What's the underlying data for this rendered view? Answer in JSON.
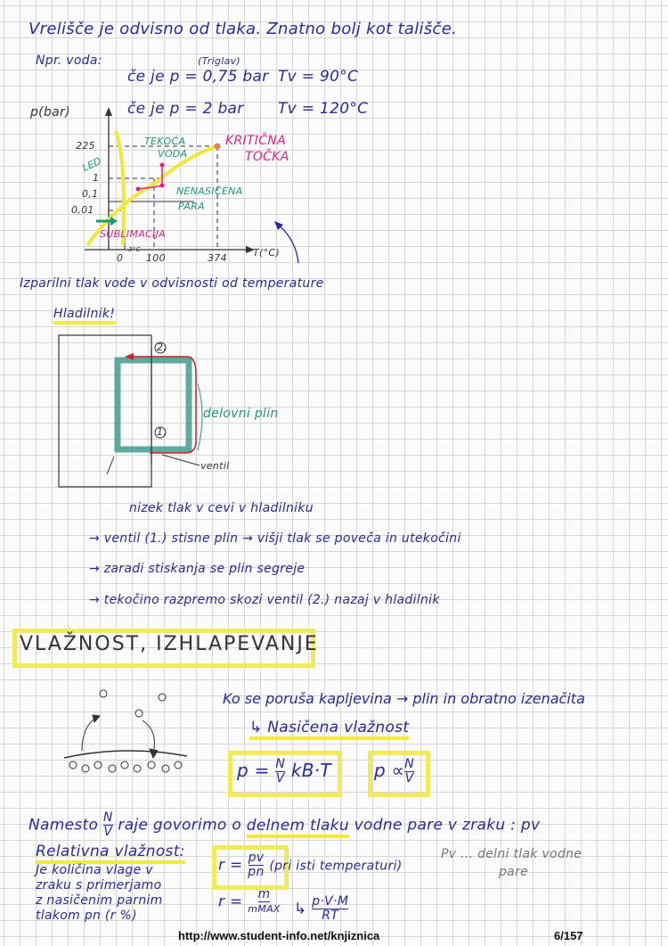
{
  "intro": {
    "line1": "Vrelišče je odvisno od tlaka. Znatno bolj kot tališče.",
    "example_label": "Npr. voda:",
    "triglav_note": "(Triglav)",
    "case1": "če je p = 0,75 bar",
    "case1_result": "Tv = 90°C",
    "case2": "če je p = 2 bar",
    "case2_result": "Tv = 120°C"
  },
  "phase_diagram": {
    "y_axis_label": "p(bar)",
    "x_axis_label": "T(°C)",
    "y_ticks": [
      "225",
      "1",
      "0,1",
      "0,01"
    ],
    "x_ticks": [
      "0",
      "3°C",
      "100",
      "374"
    ],
    "regions": {
      "ice": "LED",
      "liquid_line1": "TEKOČA",
      "liquid_line2": "VODA",
      "vapor_line1": "NENASIČENA",
      "vapor_line2": "PARA",
      "sublimation": "SUBLIMACIJA"
    },
    "critical_point_line1": "KRITIČNA",
    "critical_point_line2": "TOČKA",
    "caption": "Izparilni tlak vode v odvisnosti od temperature"
  },
  "fridge": {
    "title": "Hladilnik!",
    "gas_label": "delovni plin",
    "valve_label": "ventil",
    "valve1": "1.",
    "valve2": "2.",
    "notes": [
      "nizek tlak v cevi v hladilniku",
      "→ ventil (1.) stisne plin → višji tlak se poveča in utekočini",
      "→ zaradi stiskanja se plin segreje",
      "→ tekočino razpremo skozi ventil (2.) nazaj v hladilnik"
    ]
  },
  "humidity": {
    "heading": "VLAŽNOST, IZHLAPEVANJE",
    "equilibrium": "Ko se poruša kapljevina → plin in obratno izenačita",
    "saturated": "↳ Nasičena vlažnost",
    "formula1_lhs": "p =",
    "formula1_num": "N",
    "formula1_den": "V",
    "formula1_rhs": "kB·T",
    "formula2_lhs": "p ∝",
    "formula2_num": "N",
    "formula2_den": "V",
    "instead_pre": "Namesto",
    "instead_num": "N",
    "instead_den": "V",
    "instead_mid": "raje govorimo o",
    "instead_ul": "delnem tlaku",
    "instead_post": "vodne pare v zraku : pv",
    "relative_title": "Relativna vlažnost:",
    "relative_desc": [
      "Je količina vlage v",
      "zraku s primerjamo",
      "z nasičenim parnim",
      "tlakom pn (r %)"
    ],
    "r_lhs": "r =",
    "r_num": "pv",
    "r_den": "pn",
    "r_note": "(pri isti temperaturi)",
    "r2_lhs": "r =",
    "r2_num": "m",
    "r2_den": "mMAX",
    "r3_num": "p·V·M",
    "r3_den": "RT",
    "pv_note_line1": "Pv ... delni tlak vodne",
    "pv_note_line2": "pare"
  },
  "footer": {
    "url": "http://www.student-info.net/knjiznica",
    "page": "6/157"
  }
}
